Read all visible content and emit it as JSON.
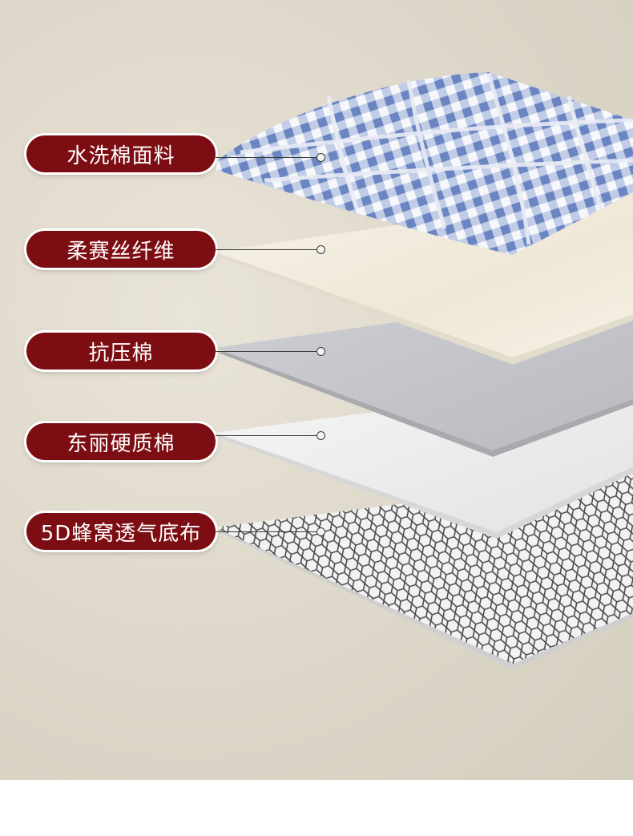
{
  "layers": [
    {
      "label": "水洗棉面料",
      "icon": "gingham-fabric-layer"
    },
    {
      "label": "柔赛丝纤维",
      "icon": "fiber-layer"
    },
    {
      "label": "抗压棉",
      "icon": "pressure-cotton-layer"
    },
    {
      "label": "东丽硬质棉",
      "icon": "hard-cotton-layer"
    },
    {
      "label": "5D蜂窝透气底布",
      "icon": "honeycomb-mesh-layer"
    }
  ],
  "colors": {
    "tag_bg": "#7c0d12",
    "tag_text": "#ffffff",
    "gingham_blue": "#7d95c6",
    "background": "#ddd7c9"
  }
}
